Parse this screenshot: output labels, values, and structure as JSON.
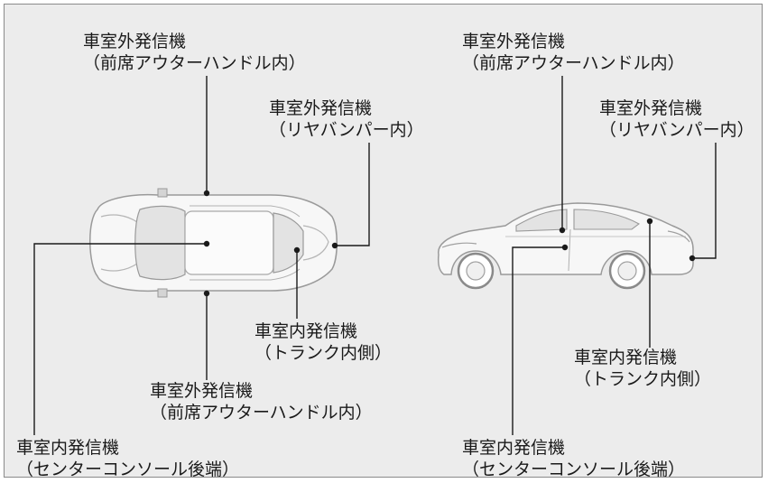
{
  "labels": {
    "top_ext_front": {
      "line1": "車室外発信機",
      "line2": "（前席アウターハンドル内）"
    },
    "top_ext_rear": {
      "line1": "車室外発信機",
      "line2": "（リヤバンパー内）"
    },
    "top_int_trunk": {
      "line1": "車室内発信機",
      "line2": "（トランク内側）"
    },
    "top_ext_front_bottom": {
      "line1": "車室外発信機",
      "line2": "（前席アウターハンドル内）"
    },
    "top_int_console": {
      "line1": "車室内発信機",
      "line2": "（センターコンソール後端）"
    },
    "side_ext_front": {
      "line1": "車室外発信機",
      "line2": "（前席アウターハンドル内）"
    },
    "side_ext_rear": {
      "line1": "車室外発信機",
      "line2": "（リヤバンパー内）"
    },
    "side_int_trunk": {
      "line1": "車室内発信機",
      "line2": "（トランク内側）"
    },
    "side_int_console": {
      "line1": "車室内発信機",
      "line2": "（センターコンソール後端）"
    }
  }
}
